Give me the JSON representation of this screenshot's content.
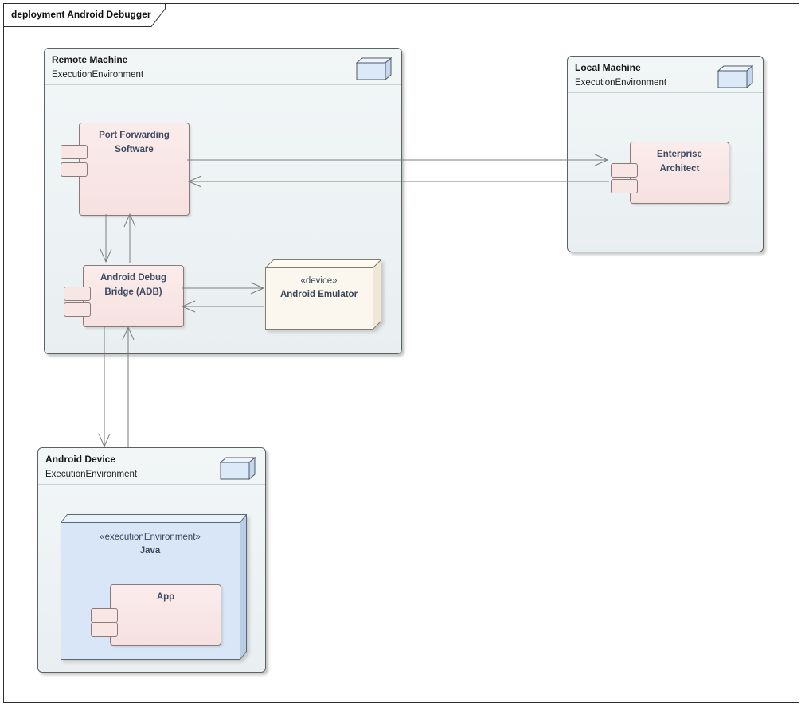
{
  "frame": {
    "title": "deployment Android Debugger"
  },
  "containers": [
    {
      "title": "Remote Machine",
      "subtitle": "ExecutionEnvironment"
    },
    {
      "title": "Local Machine",
      "subtitle": "ExecutionEnvironment"
    },
    {
      "title": "Android Device",
      "subtitle": "ExecutionEnvironment"
    }
  ],
  "components": [
    {
      "label": "Port Forwarding\nSoftware"
    },
    {
      "label": "Android Debug\nBridge (ADB)"
    },
    {
      "label": "Enterprise\nArchitect"
    },
    {
      "label": "App"
    }
  ],
  "nodes": [
    {
      "stereotype": "«device»",
      "label": "Android Emulator"
    },
    {
      "stereotype": "«executionEnvironment»",
      "label": "Java"
    }
  ],
  "colors": {
    "container_fill": "#edf2f3",
    "component_fill": "#f8e6e5",
    "device_node_fill": "#fbf7ee",
    "java_node_fill": "#d8e6f7",
    "cube_icon_fill": "#dbe9f8",
    "connector": "#7d7d7d",
    "label_text": "#3d4a61"
  }
}
